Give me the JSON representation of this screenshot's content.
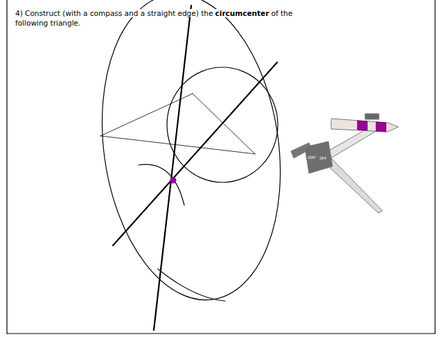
{
  "diagram": {
    "labels": [
      "4) Construct (with a compass and a straight edge) the",
      "circumcenter",
      "of the following triangle.",
      "206°",
      "164"
    ]
  }
}
